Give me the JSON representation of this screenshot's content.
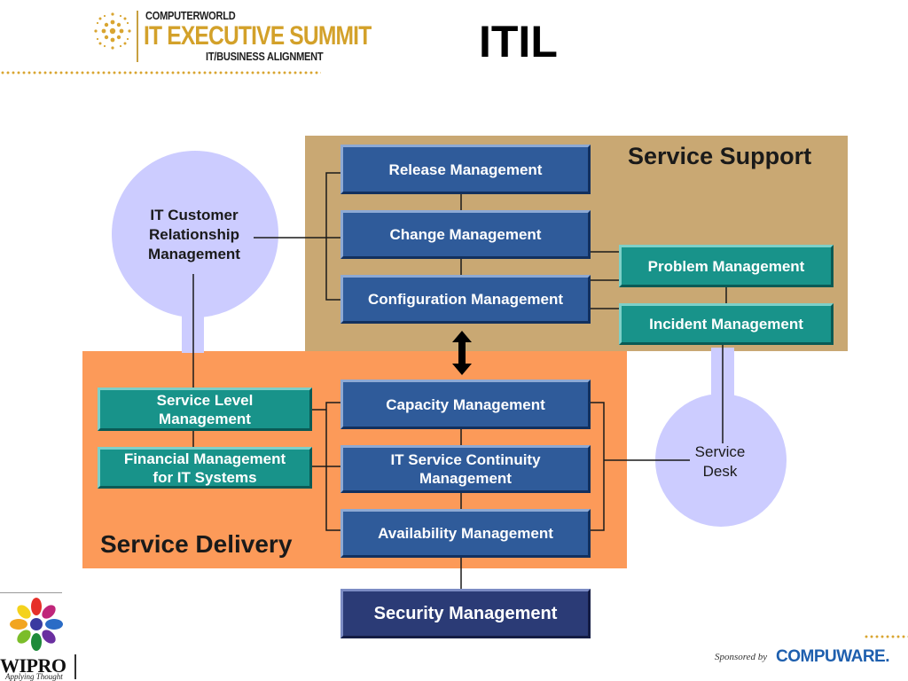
{
  "header": {
    "brand_line1": "COMPUTERWORLD",
    "brand_line2": "IT EXECUTIVE SUMMIT",
    "brand_line3": "IT/BUSINESS ALIGNMENT",
    "title": "ITIL",
    "logo_icon": "sunburst-dots-icon",
    "accent_color": "#d3a12a"
  },
  "regions": {
    "service_support": "Service Support",
    "service_delivery": "Service Delivery"
  },
  "circles": {
    "customer_relationship": [
      "IT Customer",
      "Relationship",
      "Management"
    ],
    "service_desk": [
      "Service",
      "Desk"
    ]
  },
  "support_boxes": {
    "release": "Release Management",
    "change": "Change Management",
    "configuration": "Configuration Management",
    "problem": "Problem Management",
    "incident": "Incident Management"
  },
  "delivery_boxes": {
    "capacity": "Capacity Management",
    "continuity": [
      "IT Service Continuity",
      "Management"
    ],
    "availability": "Availability Management",
    "service_level": [
      "Service Level",
      "Management"
    ],
    "financial": [
      "Financial Management",
      "for IT Systems"
    ]
  },
  "security": "Security Management",
  "footer": {
    "wipro": "WIPRO",
    "wipro_tagline": "Applying Thought",
    "sponsored_by": "Sponsored by",
    "sponsor": "COMPUWARE.",
    "wipro_logo_icon": "wipro-flower-icon"
  },
  "colors": {
    "support_bg": "#c9a873",
    "delivery_bg": "#fc9a59",
    "blue_box": "#2f5b9a",
    "teal_box": "#18938a",
    "navy_box": "#2b3b76",
    "circle": "#ccccff"
  }
}
